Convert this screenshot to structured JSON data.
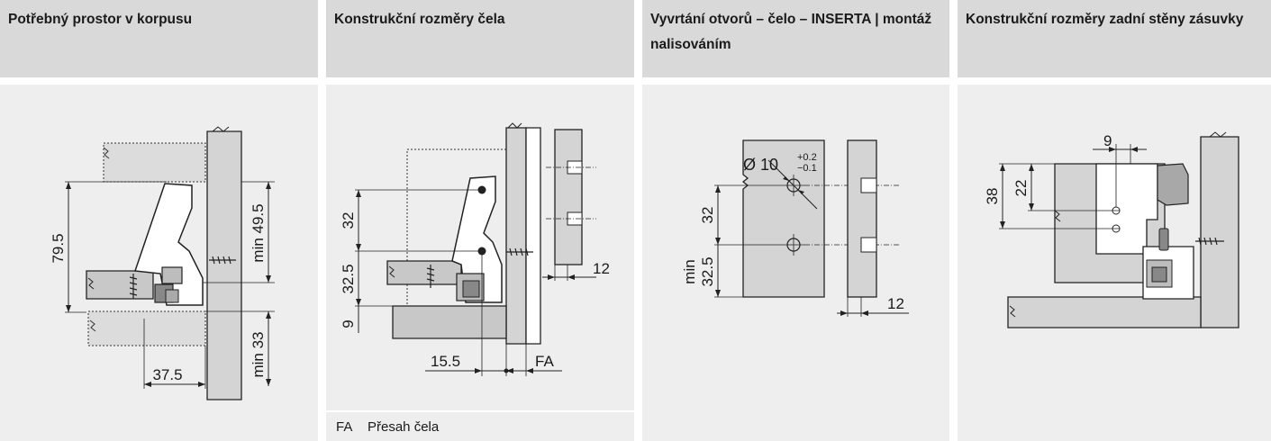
{
  "panels": [
    {
      "title": "Potřebný prostor v korpusu",
      "dims": [
        "79.5",
        "min 49.5",
        "min 33",
        "37.5"
      ]
    },
    {
      "title": "Konstrukční rozměry čela",
      "dims": [
        "32",
        "32.5",
        "9",
        "15.5",
        "FA",
        "12"
      ],
      "legend": {
        "code": "FA",
        "text": "Přesah čela"
      }
    },
    {
      "title": "Vyvrtání otvorů – čelo – INSERTA | montáž nalisováním",
      "dims": [
        "Ø 10",
        "+0.2",
        "−0.1",
        "32",
        "min",
        "32.5",
        "12"
      ]
    },
    {
      "title": "Konstrukční rozměry zadní stěny zásuvky",
      "dims": [
        "9",
        "22",
        "38"
      ]
    }
  ]
}
